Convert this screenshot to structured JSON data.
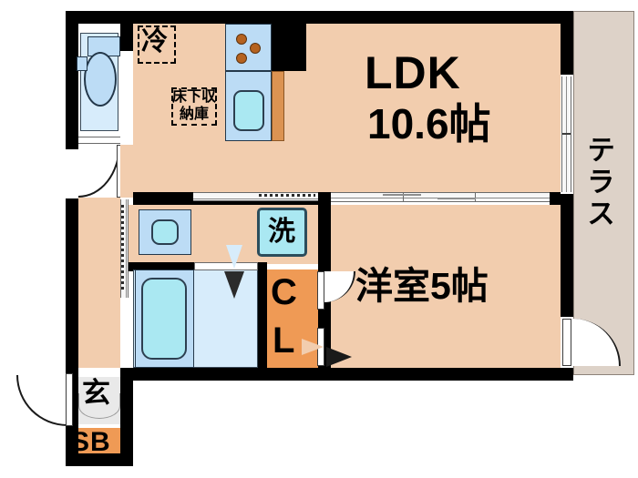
{
  "document": {
    "type": "japanese-floor-plan",
    "title": "間取り図"
  },
  "rooms": {
    "ldk": {
      "name": "LDK",
      "size": "10.6帖"
    },
    "bedroom": {
      "name": "洋室5帖"
    },
    "terrace": {
      "name": "テラス"
    },
    "entrance": {
      "name": "玄"
    },
    "shoebox": {
      "name": "SB"
    },
    "closet": {
      "line1": "C",
      "line2": "L"
    },
    "washer": {
      "name": "洗"
    },
    "refrigerator": {
      "name": "冷"
    },
    "underfloor_storage": {
      "line1": "床下収",
      "line2": "納庫"
    }
  },
  "fixtures": {
    "toilet": "toilet-fixture",
    "kitchen_stove": "stove-3-burner",
    "kitchen_sink": "sink-basin",
    "vanity": "vanity-basin",
    "bathtub": "bathtub-basin"
  },
  "colors": {
    "wall": "#000000",
    "room_floor": "#f2cdae",
    "terrace_floor": "#ddd2c8",
    "fixture_blue": "#bcdcf5",
    "fixture_light": "#d7ecfb",
    "basin_cyan": "#aae8f2",
    "closet_orange": "#ef9a55",
    "burner_brown": "#b5621f",
    "entry_gray": "#e9e9e9"
  }
}
